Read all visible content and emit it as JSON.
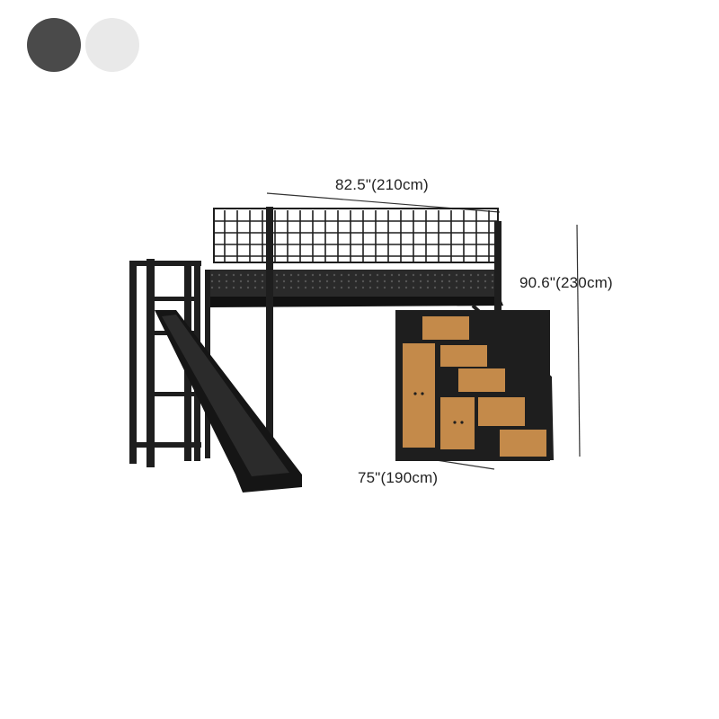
{
  "color_options": [
    {
      "name": "black",
      "color": "#4a4a4a"
    },
    {
      "name": "white",
      "color": "#e9e9e9"
    }
  ],
  "dimensions": {
    "width": "82.5\"(210cm)",
    "height": "90.6\"(230cm)",
    "depth": "75\"(190cm)"
  },
  "colors": {
    "frame": "#1e1e1e",
    "wood": "#c48a4a",
    "wood_dark": "#9a6630",
    "slide": "#151515"
  }
}
